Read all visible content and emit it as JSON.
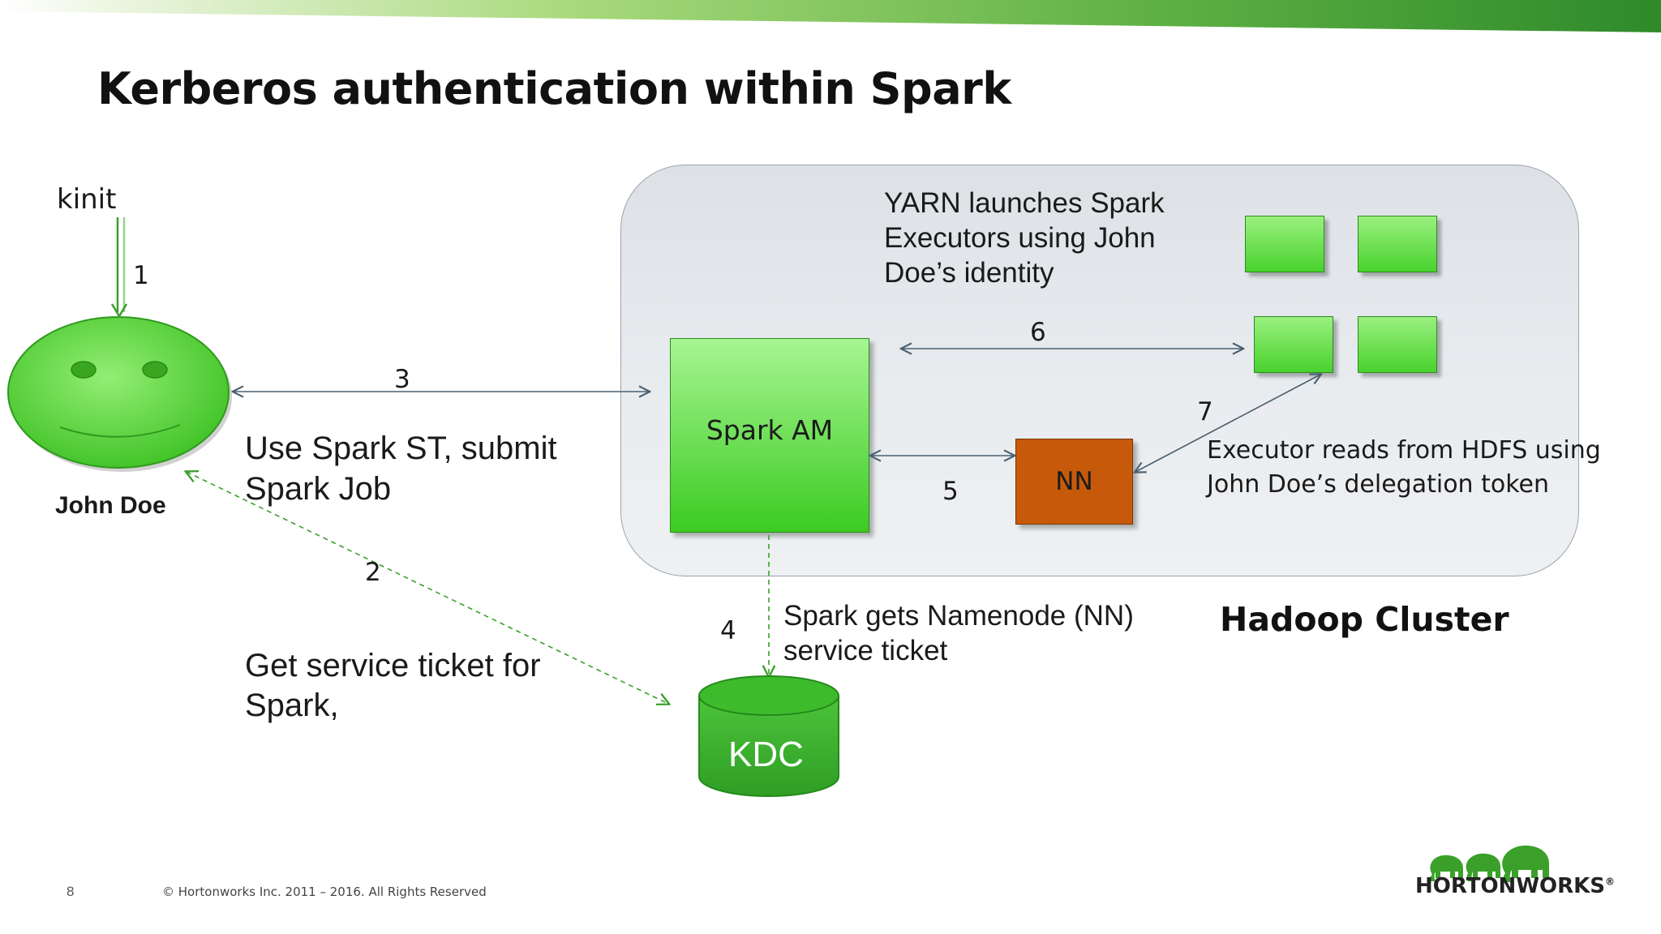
{
  "slide": {
    "title": "Kerberos authentication within Spark",
    "page_number": "8",
    "copyright": "© Hortonworks Inc. 2011 – 2016. All Rights Reserved",
    "logo_text": "HORTONWORKS",
    "logo_reg": "®"
  },
  "colors": {
    "accent_green": "#3ccb22",
    "nn_orange": "#c75a0a",
    "arrow_gray": "#4a6070",
    "dashed_green": "#3aa02a"
  },
  "user": {
    "kinit": "kinit",
    "name": "John Doe"
  },
  "steps": {
    "s1": "1",
    "s2": "2",
    "s3": "3",
    "s4": "4",
    "s5": "5",
    "s6": "6",
    "s7": "7"
  },
  "notes": {
    "submit_line1": "Use Spark ST, submit",
    "submit_line2": "Spark Job",
    "ticket_line1": "Get service ticket for",
    "ticket_line2": "Spark,",
    "nn_ticket_line1": "Spark gets Namenode (NN)",
    "nn_ticket_line2": "service ticket",
    "yarn_line1": "YARN launches Spark",
    "yarn_line2": "Executors using John",
    "yarn_line3": "Doe’s identity",
    "exec_line1": "Executor reads from HDFS using",
    "exec_line2": "John Doe’s delegation token"
  },
  "nodes": {
    "spark_am": "Spark AM",
    "nn": "NN",
    "kdc": "KDC",
    "cluster_label": "Hadoop Cluster"
  }
}
